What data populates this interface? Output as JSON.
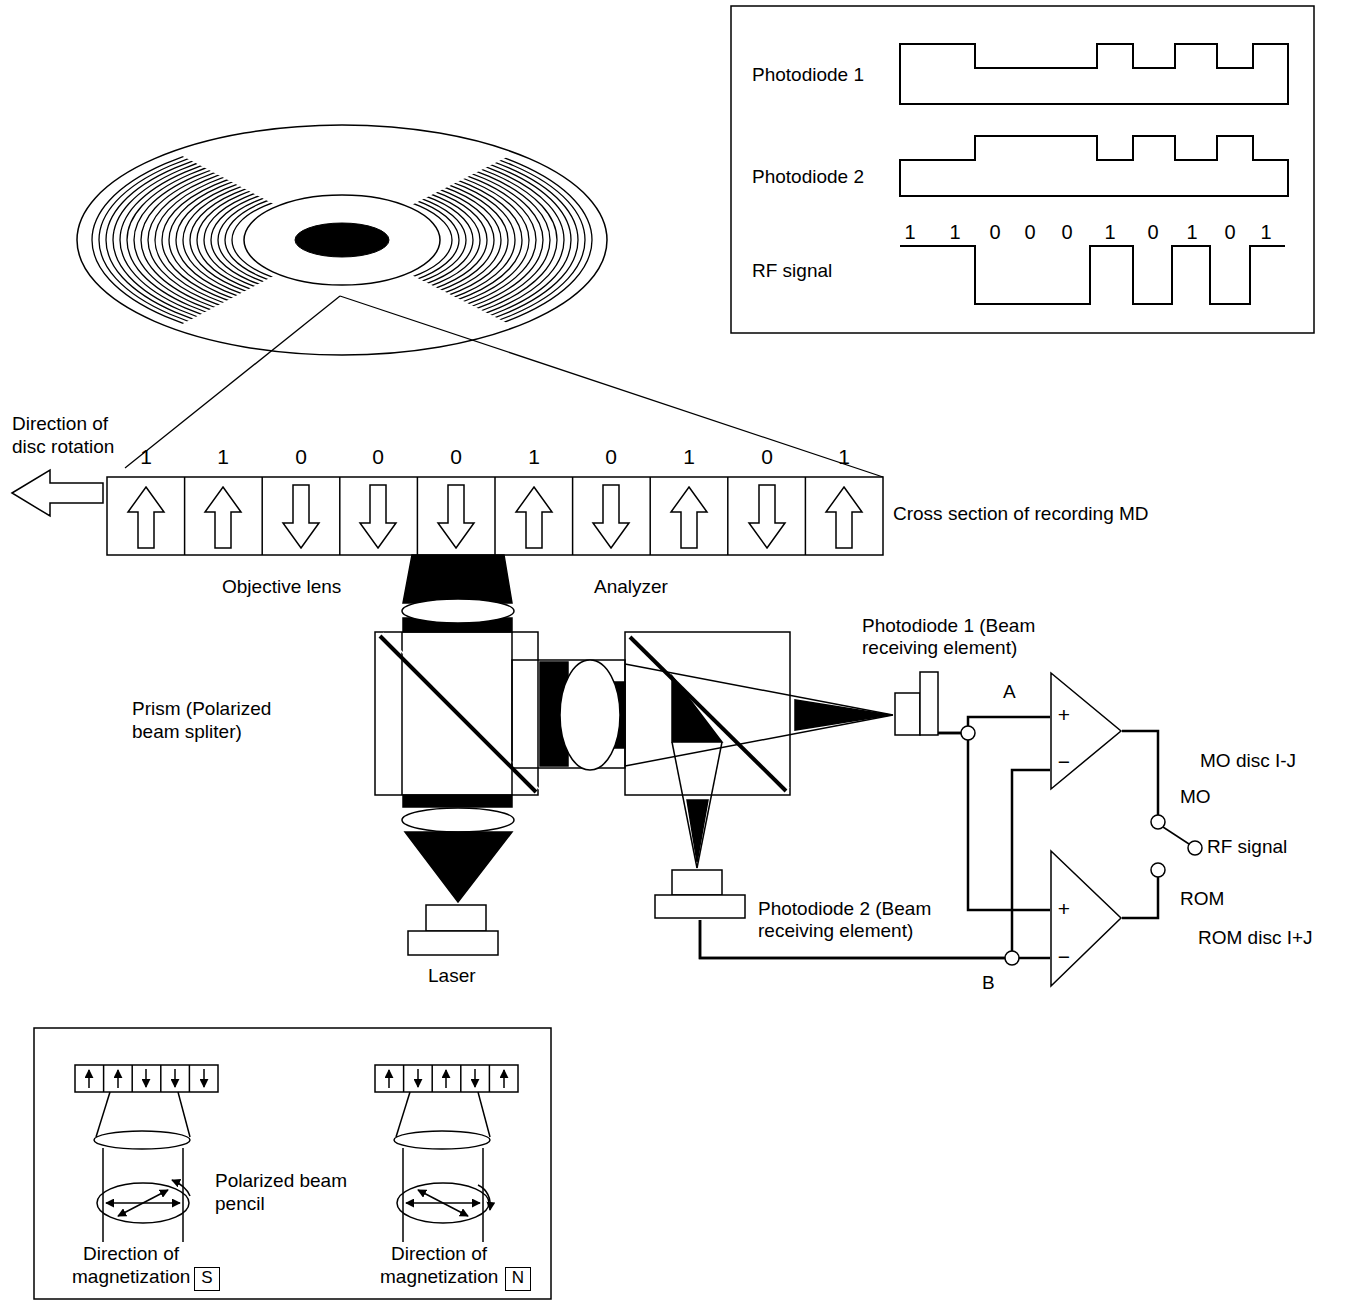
{
  "diagram": {
    "nodes": [
      {
        "text": [
          "Photodiode 1 (Beam receiving element)"
        ]
      },
      {
        "text": [
          "Photodiode 2 (Beam receiving element)"
        ]
      },
      {
        "text": [
          "+",
          "−"
        ]
      },
      {
        "text": [
          "+",
          "−"
        ]
      },
      {
        "text": [
          "S"
        ]
      },
      {
        "text": [
          "N"
        ]
      }
    ],
    "edges": [
      {
        "from": 0,
        "to": 2,
        "arrow": "none"
      },
      {
        "from": 0,
        "to": 3,
        "arrow": "none"
      },
      {
        "from": 1,
        "to": 2,
        "arrow": "none"
      },
      {
        "from": 1,
        "to": 3,
        "arrow": "none"
      }
    ],
    "labels": [
      "Photodiode 1",
      "Photodiode 2",
      "RF signal",
      "1",
      "1",
      "0",
      "0",
      "0",
      "1",
      "0",
      "1",
      "0",
      "1",
      "Direction of disc rotation",
      "1",
      "1",
      "0",
      "0",
      "0",
      "1",
      "0",
      "1",
      "0",
      "1",
      "Cross section of recording MD",
      "Objective lens",
      "Analyzer",
      "Prism (Polarized beam spliter)",
      "Laser",
      "A",
      "B",
      "MO disc I-J",
      "MO",
      "RF signal",
      "ROM",
      "ROM disc I+J",
      "Polarized beam pencil",
      "Direction of magnetization",
      "Direction of magnetization"
    ]
  }
}
